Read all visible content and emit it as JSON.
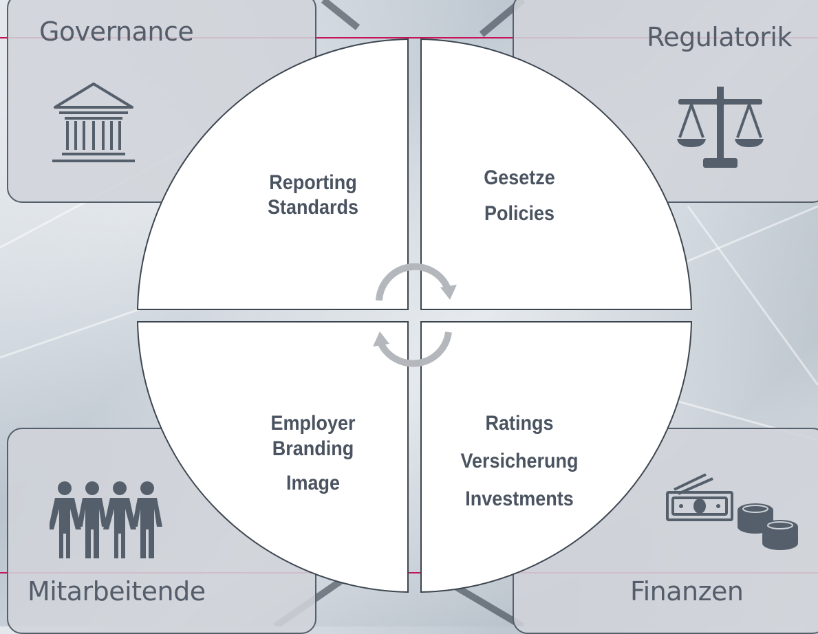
{
  "tiles": {
    "governance": {
      "title": "Governance",
      "icon": "building-icon"
    },
    "regulatorik": {
      "title": "Regulatorik",
      "icon": "scales-icon"
    },
    "mitarbeitende": {
      "title": "Mitarbeitende",
      "icon": "people-icon"
    },
    "finanzen": {
      "title": "Finanzen",
      "icon": "money-icon"
    }
  },
  "quadrants": {
    "top_left": [
      "Reporting",
      "Standards"
    ],
    "top_right": [
      "Gesetze",
      "Policies"
    ],
    "bottom_left": [
      "Employer",
      "Branding",
      "Image"
    ],
    "bottom_right": [
      "Ratings",
      "Versicherung",
      "Investments"
    ]
  },
  "colors": {
    "text": "#4a5360",
    "tile_bg": "#d0d4d9",
    "tile_border": "#555f6b",
    "arrow": "#b4b8bd",
    "accent_line": "#c2185b"
  }
}
